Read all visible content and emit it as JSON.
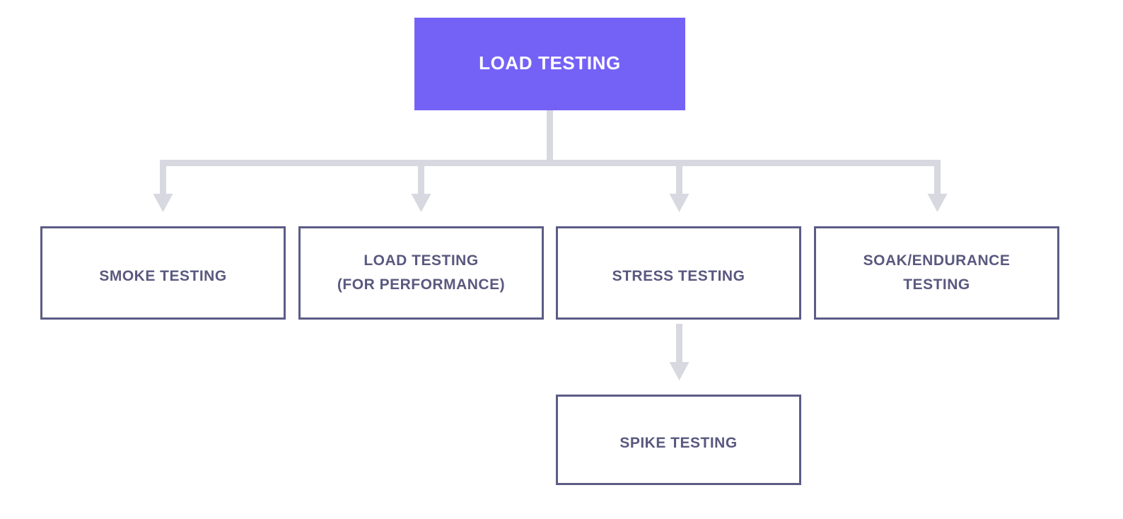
{
  "diagram": {
    "title": "Load Testing types hierarchy",
    "colors": {
      "root_fill": "#7462F7",
      "root_text": "#FFFFFF",
      "node_border": "#5C5C86",
      "node_text": "#59597F",
      "connector": "#D7D8E0",
      "background": "#FFFFFF"
    },
    "root": {
      "label": "LOAD TESTING"
    },
    "children": [
      {
        "label": "SMOKE TESTING",
        "lines": [
          "SMOKE TESTING"
        ]
      },
      {
        "label": "LOAD TESTING (FOR PERFORMANCE)",
        "lines": [
          "LOAD TESTING",
          "(FOR PERFORMANCE)"
        ]
      },
      {
        "label": "STRESS TESTING",
        "lines": [
          "STRESS TESTING"
        ]
      },
      {
        "label": "SOAK/ENDURANCE TESTING",
        "lines": [
          "SOAK/ENDURANCE",
          "TESTING"
        ]
      }
    ],
    "grandchild": {
      "label": "SPIKE TESTING",
      "lines": [
        "SPIKE TESTING"
      ],
      "parent": "STRESS TESTING"
    }
  }
}
